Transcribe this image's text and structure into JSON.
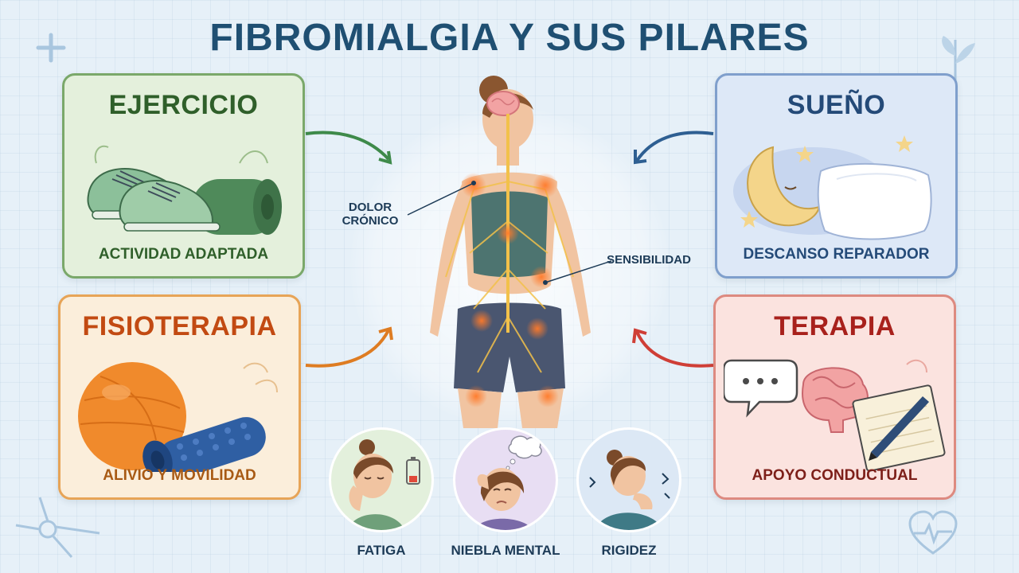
{
  "title": "FIBROMIALGIA Y SUS PILARES",
  "pillars": [
    {
      "title": "EJERCICIO",
      "subtitle": "ACTIVIDAD ADAPTADA",
      "icon": "sneakers-and-yoga-mat-icon",
      "color": "#2f5f2a"
    },
    {
      "title": "SUEÑO",
      "subtitle": "DESCANSO REPARADOR",
      "icon": "moon-and-pillow-icon",
      "color": "#244a78"
    },
    {
      "title": "FISIOTERAPIA",
      "subtitle": "ALIVIO Y MOVILIDAD",
      "icon": "exercise-ball-and-foam-roller-icon",
      "color": "#c24a12"
    },
    {
      "title": "TERAPIA",
      "subtitle": "APOYO CONDUCTUAL",
      "icon": "speech-bubble-brain-notebook-icon",
      "color": "#a8211c"
    }
  ],
  "body_labels": {
    "dolor": "DOLOR\nCRÓNICO",
    "sensibilidad": "SENSIBILIDAD"
  },
  "symptoms": [
    {
      "label": "FATIGA",
      "icon": "tired-woman-low-battery-icon",
      "bg": "#e3f0dc"
    },
    {
      "label": "NIEBLA MENTAL",
      "icon": "confused-woman-cloud-icon",
      "bg": "#e8def3"
    },
    {
      "label": "RIGIDEZ",
      "icon": "woman-neck-pain-icon",
      "bg": "#dce8f5"
    }
  ]
}
